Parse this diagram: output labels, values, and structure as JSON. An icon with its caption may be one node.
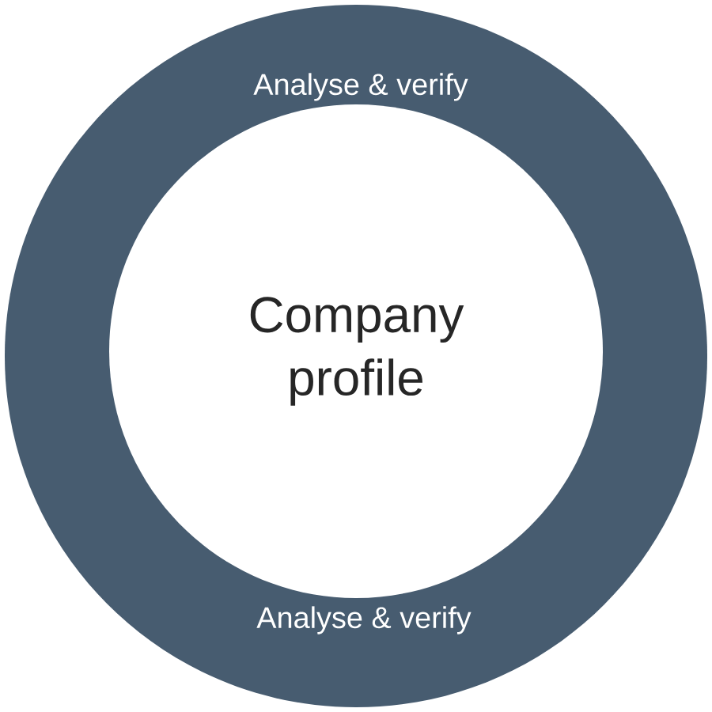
{
  "diagram": {
    "nodes": [
      {
        "text": [
          "Analyse & verify",
          "Analyse & verify"
        ]
      },
      {
        "text": [
          "Company profile"
        ],
        "in": 0
      }
    ]
  }
}
